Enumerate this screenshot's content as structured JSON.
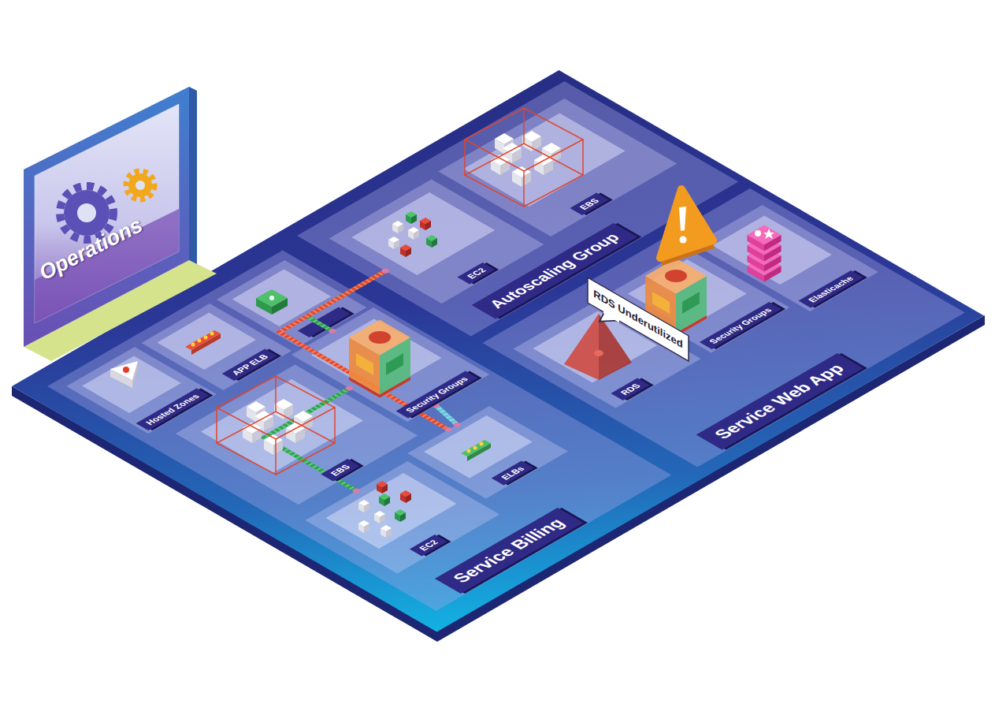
{
  "diagram": {
    "nodes": [
      {
        "text": [
          "Operations"
        ]
      },
      {
        "text": [
          "Autoscaling Group"
        ]
      },
      {
        "text": [
          "EBS"
        ],
        "in": 1
      },
      {
        "text": [
          "EC2"
        ],
        "in": 1
      },
      {
        "text": [
          "Service Billing"
        ]
      },
      {
        "text": [
          "Hosted Zones"
        ],
        "in": 4
      },
      {
        "text": [
          "APP ELB"
        ],
        "in": 4
      },
      {
        "text": [
          "Security Groups"
        ],
        "in": 4
      },
      {
        "text": [
          "EBS"
        ],
        "in": 4
      },
      {
        "text": [
          "ELBs"
        ],
        "in": 4
      },
      {
        "text": [
          "EC2"
        ],
        "in": 4
      },
      {
        "text": [
          "Service Web App"
        ]
      },
      {
        "text": [
          "RDS"
        ],
        "in": 11
      },
      {
        "text": [
          "Security Groups"
        ],
        "in": 11
      },
      {
        "text": [
          "Elasticache"
        ],
        "in": 11
      },
      {
        "text": [
          "RDS Underutilized"
        ]
      }
    ],
    "edges": [
      {
        "from": 3,
        "to": 7,
        "arrow": "none"
      },
      {
        "from": 7,
        "to": 10,
        "arrow": "none"
      },
      {
        "from": 3,
        "to": 9,
        "arrow": "none"
      },
      {
        "from": 7,
        "to": 9,
        "arrow": "none"
      }
    ]
  }
}
